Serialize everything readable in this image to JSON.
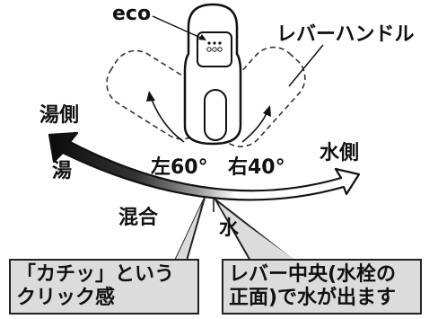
{
  "labels": {
    "eco": "eco",
    "lever_handle": "レバーハンドル",
    "hot_side": "湯側",
    "hot": "湯",
    "left_angle": "左60°",
    "right_angle": "右40°",
    "cold_side": "水側",
    "mixed": "混合",
    "cold": "水"
  },
  "callouts": {
    "click_feel": {
      "line1": "「カチッ」という",
      "line2": "クリック感"
    },
    "center_cold": {
      "line1": "レバー中央(水栓の",
      "line2": "正面)で水が出ます"
    }
  },
  "colors": {
    "ink": "#111111",
    "callout_fill": "#dcdcdc",
    "arrow_white": "#ffffff"
  }
}
